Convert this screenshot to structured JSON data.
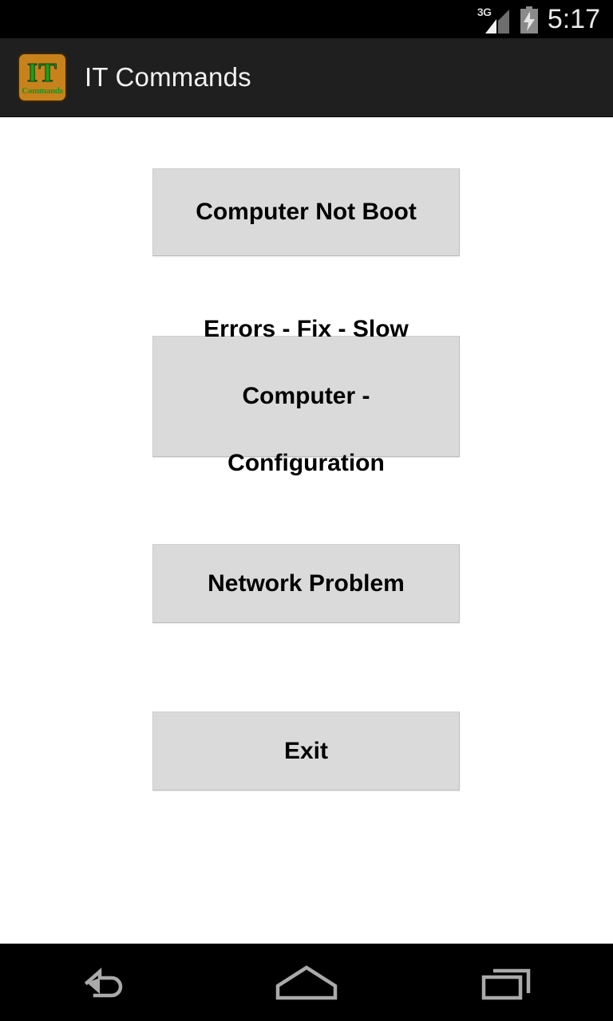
{
  "status_bar": {
    "network_label": "3G",
    "signal_icon": "signal-bars-icon",
    "battery_icon": "battery-charging-icon",
    "clock": "5:17",
    "background_color": "#000000",
    "text_color": "#E8E8E8"
  },
  "action_bar": {
    "app_icon": {
      "name": "app-logo-icon",
      "primary_text": "IT",
      "secondary_text": "Commands",
      "background_color": "#C8821C",
      "text_color": "#1AA01A"
    },
    "title": "IT Commands",
    "background_color": "#1F1F1F",
    "title_color": "#F2F2F2"
  },
  "main": {
    "background_color": "#FFFFFF",
    "buttons": [
      {
        "id": "computer-not-boot",
        "label": "Computer Not Boot",
        "lines": [
          "Computer Not Boot"
        ]
      },
      {
        "id": "errors-fix-slow-computer-configuration",
        "label": "Errors - Fix - Slow Computer - Configuration",
        "lines": [
          "Errors - Fix - Slow",
          "Computer -",
          "Configuration"
        ]
      },
      {
        "id": "network-problem",
        "label": "Network Problem",
        "lines": [
          "Network Problem"
        ]
      },
      {
        "id": "exit",
        "label": "Exit",
        "lines": [
          "Exit"
        ]
      }
    ],
    "button_background_color": "#DADADA",
    "button_text_color": "#000000"
  },
  "nav_bar": {
    "background_color": "#000000",
    "icon_color": "#AAAAAA",
    "items": [
      {
        "name": "back-icon",
        "label": "Back"
      },
      {
        "name": "home-icon",
        "label": "Home"
      },
      {
        "name": "recents-icon",
        "label": "Recent apps"
      }
    ]
  }
}
